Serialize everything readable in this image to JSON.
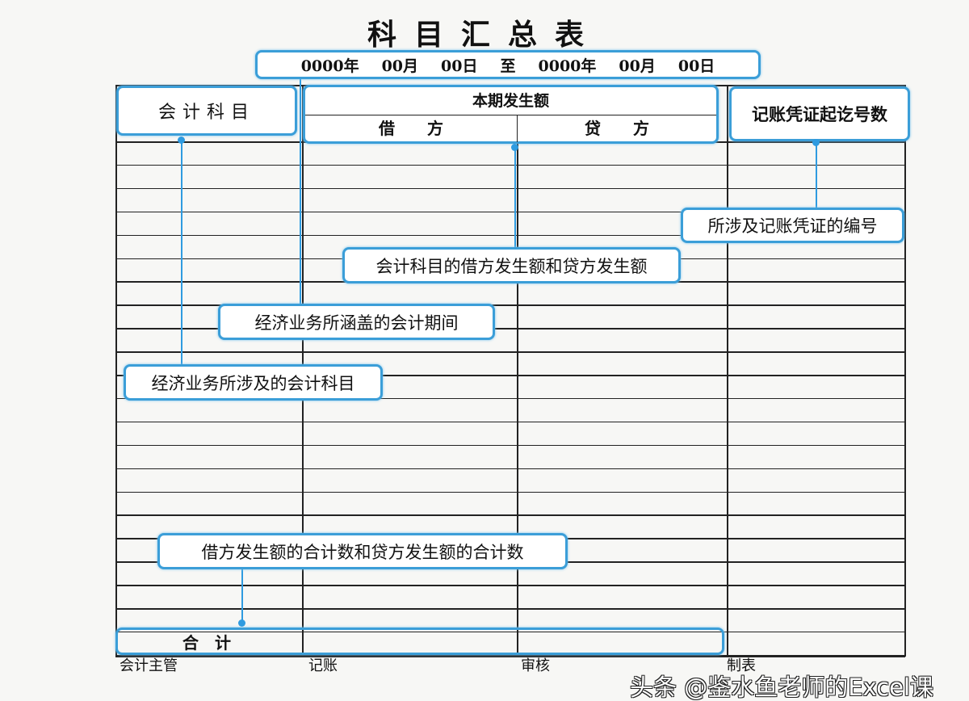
{
  "title": "科目汇总表",
  "period": {
    "start_year": "0000年",
    "start_month": "00月",
    "start_day": "00日",
    "to": "至",
    "end_year": "0000年",
    "end_month": "00月",
    "end_day": "00日"
  },
  "table": {
    "col_account": "会计科目",
    "col_amount": "本期发生额",
    "col_debit": "借　　方",
    "col_credit": "贷　　方",
    "col_voucher": "记账凭证起讫号数",
    "total_label": "合　计"
  },
  "annotations": {
    "voucher_numbers": "所涉及记账凭证的编号",
    "debit_credit": "会计科目的借方发生额和贷方发生额",
    "period": "经济业务所涵盖的会计期间",
    "accounts": "经济业务所涉及的会计科目",
    "totals": "借方发生额的合计数和贷方发生额的合计数"
  },
  "footer": {
    "supervisor": "会计主管",
    "bookkeeper": "记账",
    "reviewer": "审核",
    "preparer": "制表"
  },
  "watermark": "头条 @鉴水鱼老师的Excel课",
  "colors": {
    "callout": "#3b9ed8",
    "ink": "#111111"
  }
}
